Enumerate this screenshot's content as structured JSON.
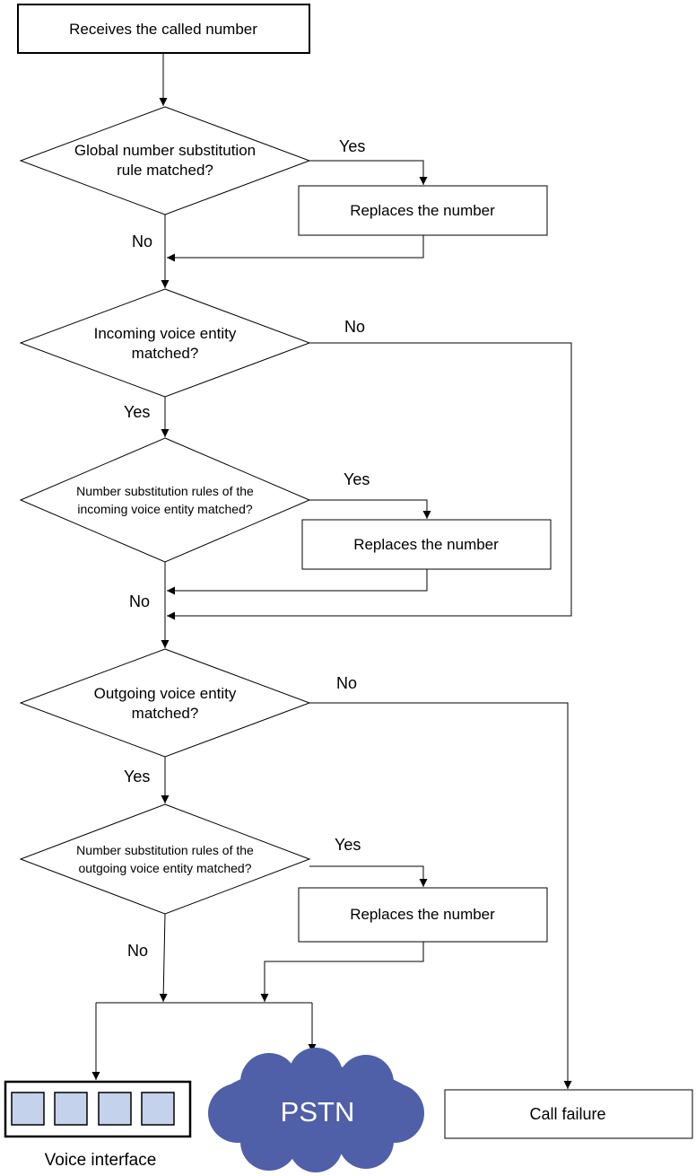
{
  "diagram": {
    "start": "Receives the called number",
    "global_decision": [
      "Global number substitution",
      "rule matched?"
    ],
    "replace_label": "Replaces the number",
    "incoming_decision": [
      "Incoming voice entity",
      "matched?"
    ],
    "incoming_rules_decision": [
      "Number substitution rules of the",
      "incoming voice entity matched?"
    ],
    "outgoing_decision": [
      "Outgoing voice entity",
      "matched?"
    ],
    "outgoing_rules_decision": [
      "Number substitution rules of the",
      "outgoing voice entity matched?"
    ],
    "yes": "Yes",
    "no": "No",
    "pstn": "PSTN",
    "call_failure": "Call failure",
    "voice_interface": "Voice interface"
  },
  "colors": {
    "cloud": "#4f5fa8",
    "port_fill": "#c5d2ec"
  },
  "icons": {
    "cloud": "pstn-cloud-icon",
    "voice_interface": "voice-interface-icon"
  }
}
